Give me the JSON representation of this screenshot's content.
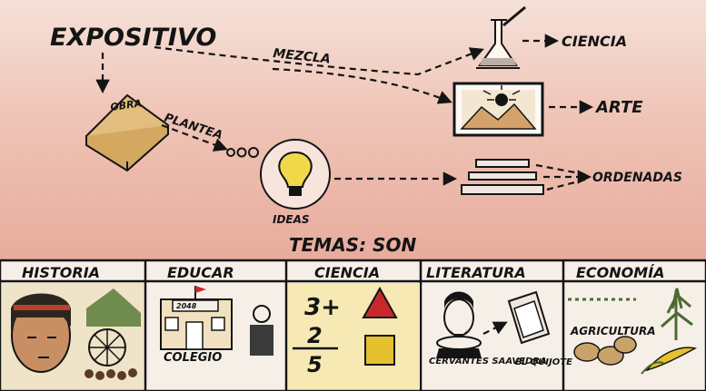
{
  "diagram": {
    "title": "EXPOSITIVO",
    "edge_labels": {
      "mezcla": "MEZCLA",
      "plantea": "PLANTEA"
    },
    "nodes": {
      "obra": "OBRA",
      "ciencia": "CIENCIA",
      "arte": "ARTE",
      "ideas": "IDEAS",
      "ordenadas": "ORDENADAS"
    },
    "temas_label": "TEMAS: SON",
    "sign_year": "2048",
    "categories": [
      {
        "title": "HISTORIA"
      },
      {
        "title": "EDUCAR",
        "caption": "COLEGIO"
      },
      {
        "title": "CIENCIA",
        "math": {
          "top": "3+",
          "numerator": "2",
          "denominator": "5"
        }
      },
      {
        "title": "LITERATURA",
        "caption_person": "CERVANTES SAAVEDRA",
        "caption_book": "EL QUIJOTE"
      },
      {
        "title": "ECONOMÍA",
        "caption": "AGRICULTURA"
      }
    ]
  },
  "colors": {
    "background_top": "#f2d3c8",
    "background_mid": "#e9b8aa",
    "ink": "#141414",
    "book": "#e3bd7d",
    "science_panel": "#f6e9b4",
    "triangle": "#c8282c",
    "square": "#e6c02e",
    "bulb": "#f0d84a"
  }
}
